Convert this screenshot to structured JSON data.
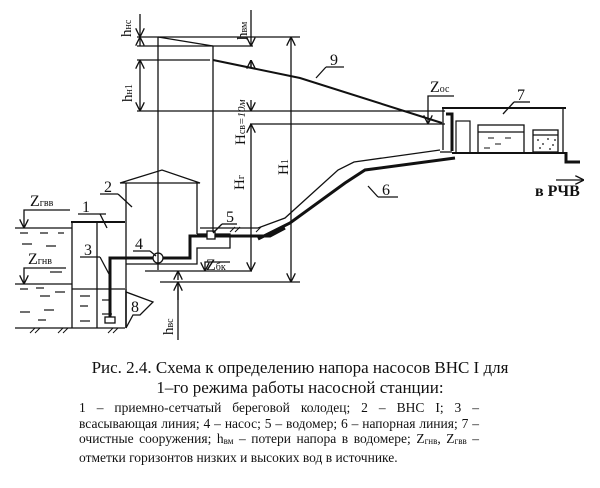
{
  "figure": {
    "labels": {
      "h_ns": "h",
      "h_ns_sub": "нс",
      "h_vm": "h",
      "h_vm_sub": "вм",
      "h_n1": "h",
      "h_n1_sub": "н1",
      "H_sv": "H",
      "H_sv_sub": "св",
      "H_sv_value": "=10м",
      "H_g": "H",
      "H_g_sub": "г",
      "H_1": "H",
      "H_1_sub": "1",
      "h_vs": "h",
      "h_vs_sub": "вс",
      "Z_gvv": "Z",
      "Z_gvv_sub": "гвв",
      "Z_gnv": "Z",
      "Z_gnv_sub": "гнв",
      "Z_bk": "Z",
      "Z_bk_sub": "бк",
      "Z_os": "Z",
      "Z_os_sub": "ос",
      "to_rchv": "в РЧВ",
      "n1": "1",
      "n2": "2",
      "n3": "3",
      "n4": "4",
      "n5": "5",
      "n6": "6",
      "n7": "7",
      "n8": "8",
      "n9": "9"
    }
  },
  "caption": {
    "line1": "Рис. 2.4. Схема к определению напора насосов ВНС I для",
    "line2": "1–го режима работы насосной станции:"
  },
  "legend": {
    "p1": "1 – приемно-сетчатый береговой колодец; 2 – ВНС I; 3 – всасывающая линия; 4 – насос; 5 – водомер; 6 – напорная линия; 7 – очистные сооружения; ",
    "hvm": "h",
    "hvm_sub": "вм",
    "p2": " – потери напора в водомере; ",
    "zgnv": "Z",
    "zgnv_sub": "гнв",
    "sep": ", ",
    "zgvv": "Z",
    "zgvv_sub": "гвв",
    "p3": " – отметки горизонтов низких и высоких вод в источнике."
  }
}
